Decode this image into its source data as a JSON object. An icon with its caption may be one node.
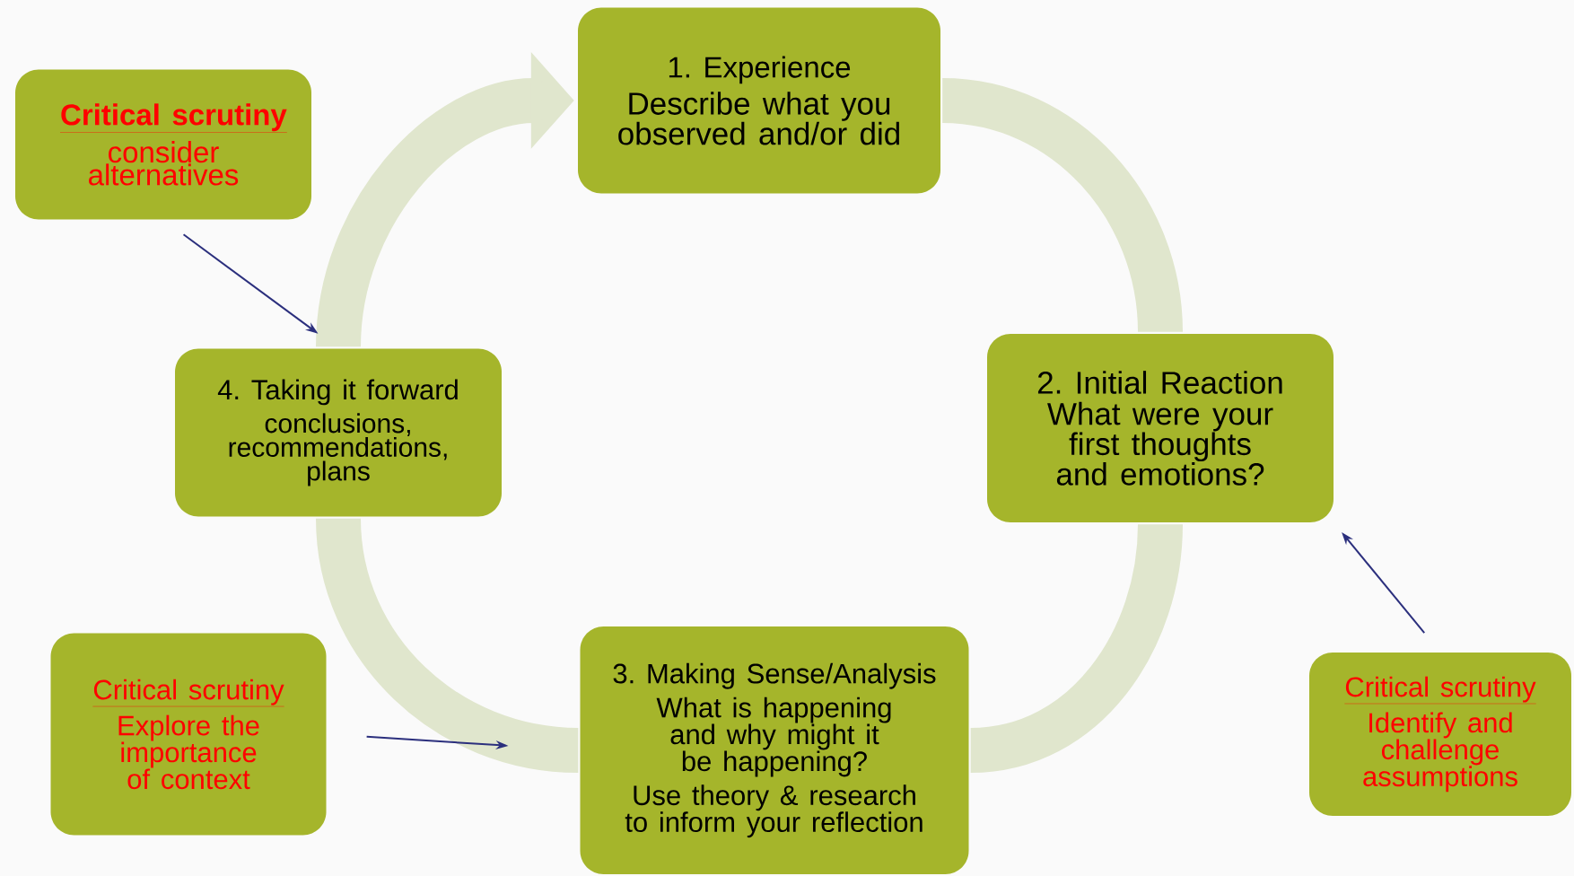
{
  "diagram": {
    "nodes": [
      {
        "text": [
          "1. Experience",
          "Describe what you observed and/or did"
        ]
      },
      {
        "text": [
          "2. Initial Reaction",
          "What were your first thoughts and emotions?"
        ]
      },
      {
        "text": [
          "3. Making Sense/Analysis",
          "What is happening and why might it be happening?",
          "Use theory & research to inform your reflection"
        ]
      },
      {
        "text": [
          "4. Taking it forward",
          "conclusions, recommendations, plans"
        ]
      },
      {
        "text": [
          "Critical scrutiny",
          "consider alternatives"
        ]
      },
      {
        "text": [
          "Critical scrutiny",
          "Explore the importance of context"
        ]
      },
      {
        "text": [
          "Critical scrutiny",
          "Identify and challenge assumptions"
        ]
      }
    ],
    "edges": [
      {
        "from": 0,
        "to": 1,
        "arrow": "none"
      },
      {
        "from": 1,
        "to": 2,
        "arrow": "none"
      },
      {
        "from": 2,
        "to": 3,
        "arrow": "none"
      },
      {
        "from": 3,
        "to": 0,
        "arrow": "to"
      },
      {
        "from": 4,
        "to": 3,
        "arrow": "to",
        "color": "#2b2f7d"
      },
      {
        "from": 5,
        "to": 2,
        "arrow": "to",
        "color": "#2b2f7d"
      },
      {
        "from": 6,
        "to": 1,
        "arrow": "to",
        "color": "#2b2f7d"
      }
    ]
  }
}
